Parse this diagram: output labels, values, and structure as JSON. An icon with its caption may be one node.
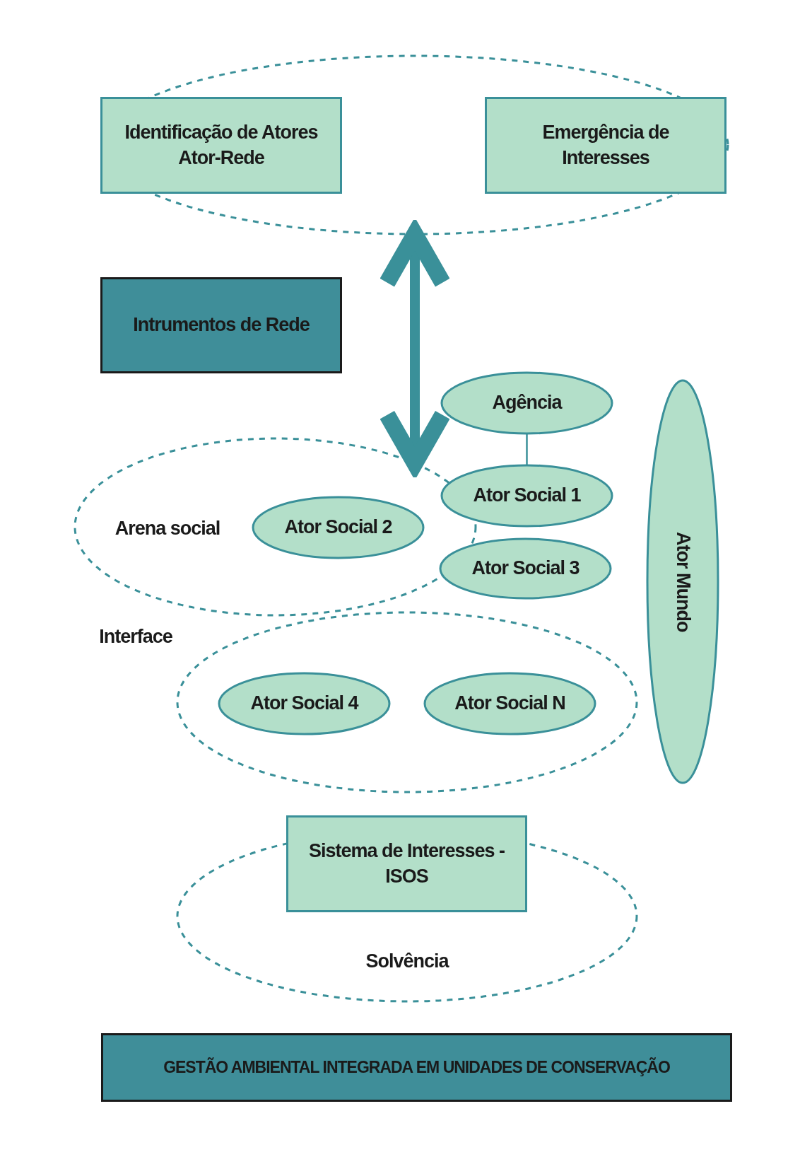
{
  "diagram": {
    "nodes": [
      {
        "text": [],
        "shape": "ellipse"
      },
      {
        "text": [
          "Identificação de Atores Ator-Rede"
        ],
        "in": 0
      },
      {
        "text": [
          "Emergência de Interesses"
        ],
        "in": 0
      },
      {
        "text": [
          "Intrumentos de Rede"
        ]
      },
      {
        "text": [
          "Agência"
        ]
      },
      {
        "text": [
          "Arena social"
        ]
      },
      {
        "text": [
          "Ator Social 1"
        ]
      },
      {
        "text": [
          "Ator Social 2"
        ],
        "in": 5
      },
      {
        "text": [
          "Ator Social 3"
        ]
      },
      {
        "text": [
          "Ator Mundo"
        ]
      },
      {
        "text": [
          "Interface"
        ]
      },
      {
        "text": [
          "Ator Social 4"
        ],
        "in": 10
      },
      {
        "text": [
          "Ator Social N"
        ],
        "in": 10
      },
      {
        "text": [
          "Solvência"
        ]
      },
      {
        "text": [
          "Sistema de Interesses - ISOS"
        ],
        "in": 13
      },
      {
        "text": [
          "GESTÃO AMBIENTAL INTEGRADA EM UNIDADES DE CONSERVAÇÃO"
        ]
      }
    ],
    "edges": [
      {
        "from": 0,
        "to": 5,
        "arrow": "both",
        "style": "thick"
      },
      {
        "from": 4,
        "to": 6,
        "arrow": "none"
      }
    ]
  }
}
